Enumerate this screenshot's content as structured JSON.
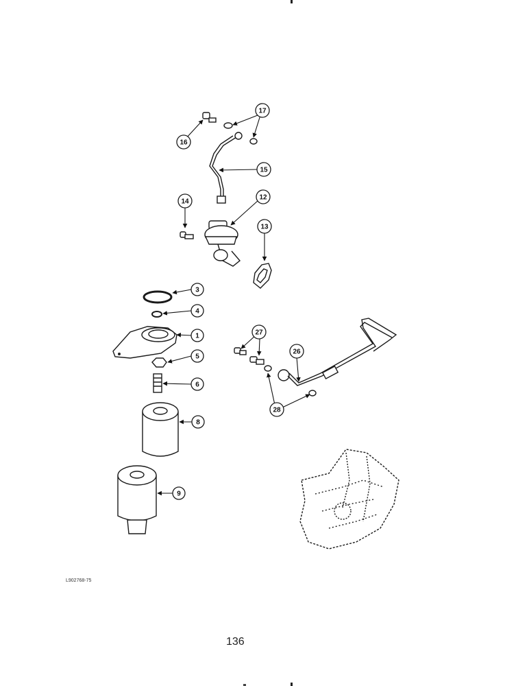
{
  "callouts": {
    "c1": "1",
    "c3": "3",
    "c4": "4",
    "c5": "5",
    "c6": "6",
    "c8": "8",
    "c9": "9",
    "c12": "12",
    "c13": "13",
    "c14": "14",
    "c15": "15",
    "c16": "16",
    "c17": "17",
    "c26": "26",
    "c27": "27",
    "c28": "28"
  },
  "reference_code": "L902768-75",
  "page_number": "136"
}
